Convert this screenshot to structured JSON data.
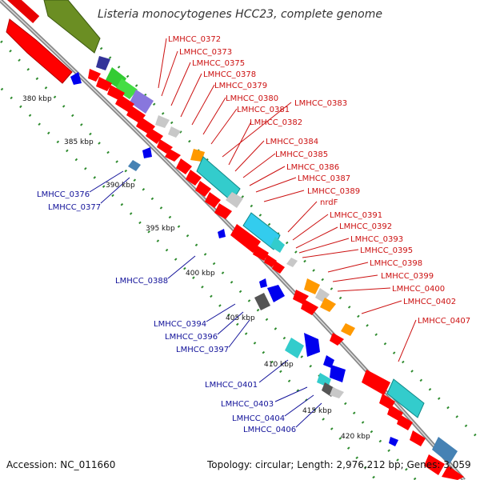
{
  "title": "Listeria monocytogenes HCC23, complete genome",
  "footer": {
    "accession": "Accession: NC_011660",
    "summary": "Topology: circular; Length: 2,976,212 bp; Genes: 3,059"
  },
  "colors": {
    "forward_label": "#cc1111",
    "reverse_label": "#111199",
    "tick_dots": "#2e8b2e",
    "backbone": "#808080"
  },
  "ticks": [
    "380 kbp",
    "385 kbp",
    "390 kbp",
    "395 kbp",
    "400 kbp",
    "405 kbp",
    "410 kbp",
    "415 kbp",
    "420 kbp"
  ],
  "forward_labels": [
    "LMHCC_0372",
    "LMHCC_0373",
    "LMHCC_0375",
    "LMHCC_0378",
    "LMHCC_0379",
    "LMHCC_0380",
    "LMHCC_0381",
    "LMHCC_0383",
    "LMHCC_0382",
    "LMHCC_0384",
    "LMHCC_0385",
    "LMHCC_0386",
    "LMHCC_0387",
    "LMHCC_0389",
    "nrdF",
    "LMHCC_0391",
    "LMHCC_0392",
    "LMHCC_0393",
    "LMHCC_0395",
    "LMHCC_0398",
    "LMHCC_0399",
    "LMHCC_0400",
    "LMHCC_0402",
    "LMHCC_0407"
  ],
  "reverse_labels": [
    "LMHCC_0376",
    "LMHCC_0377",
    "LMHCC_0388",
    "LMHCC_0394",
    "LMHCC_0396",
    "LMHCC_0397",
    "LMHCC_0401",
    "LMHCC_0403",
    "LMHCC_0404",
    "LMHCC_0406"
  ]
}
